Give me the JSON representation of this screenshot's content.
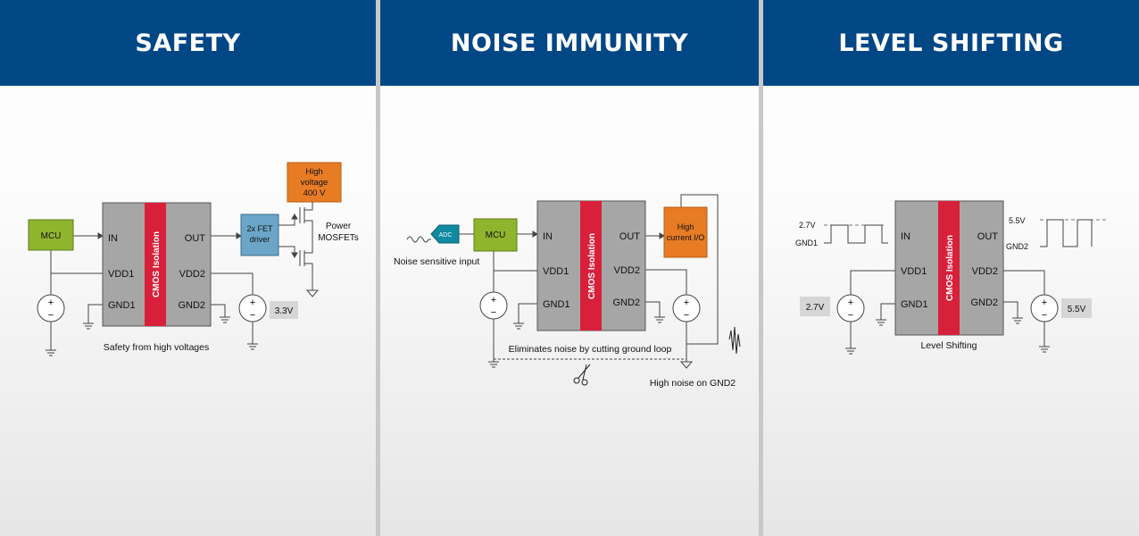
{
  "panels": [
    {
      "title": "SAFETY",
      "labels": {
        "mcu": "MCU",
        "in": "IN",
        "out": "OUT",
        "vdd1": "VDD1",
        "vdd2": "VDD2",
        "gnd1": "GND1",
        "gnd2": "GND2",
        "isolation": "CMOS Isolation",
        "fet_driver_line1": "2x FET",
        "fet_driver_line2": "driver",
        "hv_line1": "High",
        "hv_line2": "voltage",
        "hv_line3": "400 V",
        "mosfets_line1": "Power",
        "mosfets_line2": "MOSFETs",
        "vout": "3.3V",
        "caption": "Safety from high voltages"
      }
    },
    {
      "title": "NOISE IMMUNITY",
      "labels": {
        "adc": "ADC",
        "mcu": "MCU",
        "in": "IN",
        "out": "OUT",
        "vdd1": "VDD1",
        "vdd2": "VDD2",
        "gnd1": "GND1",
        "gnd2": "GND2",
        "isolation": "CMOS Isolation",
        "hc_line1": "High",
        "hc_line2": "current I/O",
        "noise_input": "Noise sensitive input",
        "caption": "Eliminates noise by cutting ground loop",
        "gnd2_noise": "High noise on GND2"
      }
    },
    {
      "title": "LEVEL SHIFTING",
      "labels": {
        "in_volt": "2.7V",
        "in_gnd": "GND1",
        "out_volt": "5.5V",
        "out_gnd": "GND2",
        "in": "IN",
        "out": "OUT",
        "vdd1": "VDD1",
        "vdd2": "VDD2",
        "gnd1": "GND1",
        "gnd2": "GND2",
        "isolation": "CMOS Isolation",
        "vin": "2.7V",
        "vout": "5.5V",
        "caption": "Level Shifting"
      }
    }
  ],
  "colors": {
    "header": "#024785",
    "isolator_body": "#a6a6a6",
    "isolation_barrier": "#d9203a",
    "mcu": "#8fb52e",
    "fet_driver": "#6ba6c8",
    "high_voltage": "#e77c24",
    "adc": "#0f8aa1",
    "voltage_badge": "#d6d6d6"
  }
}
